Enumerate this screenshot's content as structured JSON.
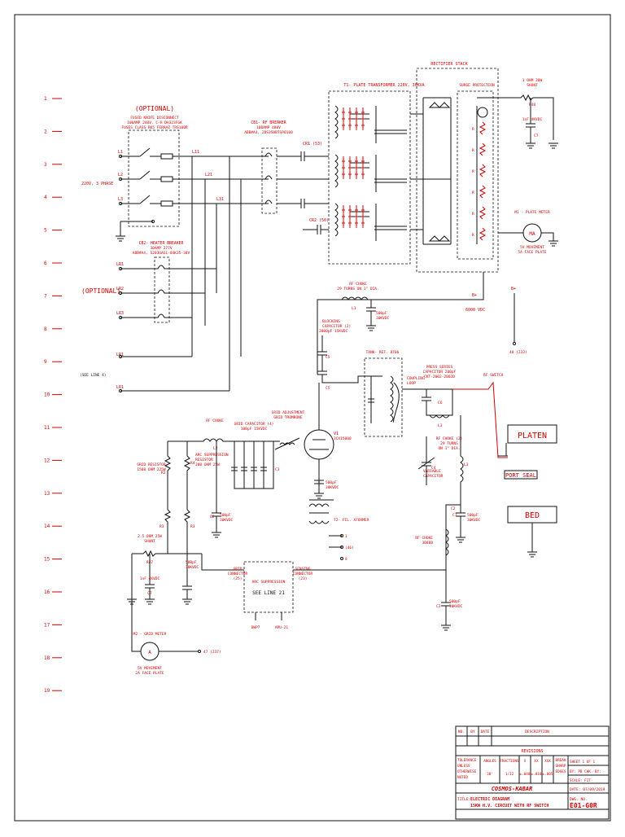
{
  "row_numbers": [
    "1",
    "2",
    "3",
    "4",
    "5",
    "6",
    "7",
    "8",
    "9",
    "10",
    "11",
    "12",
    "13",
    "14",
    "15",
    "16",
    "17",
    "18",
    "19"
  ],
  "labels": {
    "optional_top": "(OPTIONAL)",
    "fused_disconnect_1": "FUSED KNIFE DISCONNECT",
    "fused_disconnect_2": "100AMP 240V, C-H DH323FGK",
    "fused_disconnect_3": "FUSES CLASS RK5 FERRAZ TRS100R",
    "phase_supply": "220V, 3 PHASE",
    "cb1_title": "CB1- RF BREAKER",
    "cb1_rating": "100AMP 480V",
    "cb1_part": "ABB#A4, 2DS3S0BTSP0100",
    "cr1": "CR1 (53)",
    "cr2": "CR2 (50)",
    "cb2_title": "CB2- HEATER BREAKER",
    "cb2_rating": "30AMP 277V",
    "cb2_part": "ABB#A4, S203UAG1-04K35-30V",
    "optional_mid": "(OPTIONAL)",
    "see_line": "(SEE LINE 4)",
    "t1": "T1- PLATE TRANSFORMER 220V, 30KVA",
    "rectifier_stack": "RECTIFIER STACK",
    "surge_protection": "SURGE PROTECTION",
    "shunt_top_1": "1 OHM 30W",
    "shunt_top_2": "SHUNT",
    "r48": "R48",
    "cap_top": "1nF 4KVDC",
    "c7_top": "C7",
    "m1_title": "M1 - PLATE METER",
    "m1_movement": "5V MOVEMENT",
    "m1_face": "5A FACE PLATE",
    "b_plus_1": "B+",
    "b_plus_2": "B+",
    "hv": "6000 VDC",
    "node_48": "48 (233)",
    "rf_choke_top_1": "RF CHOKE",
    "rf_choke_top_2": "29 TURNS ON 1\" DIA.",
    "l1": "L1",
    "cap_500_top_1": "500pF",
    "cap_500_top_2": "30KVDC",
    "blocking_1": "BLOCKING",
    "blocking_2": "CAPACITOR (2)",
    "blocking_3": "2000pF 15KVDC",
    "c5_a": "C5",
    "c5_b": "C5",
    "tank": "TANK- REF. 8706",
    "press_series_1": "PRESS SERIES",
    "press_series_2": "CAPACITOR 200pF",
    "press_series_3": "CKT-2002-2002D",
    "rf_switch": "RF SWITCH",
    "coupling_1": "COUPLING",
    "coupling_2": "LOOP",
    "c6": "C6",
    "l3": "L3",
    "platen": "PLATEN",
    "port_seal": "PORT SEAL",
    "bed": "BED",
    "grid_adj_1": "GRID ADJUSTMENT",
    "grid_adj_2": "GRID TROMBONE",
    "rf_choke_grid": "RF CHOKE",
    "l2": "L2",
    "grid_cap_1": "GRID CAPACITOR (4)",
    "grid_cap_2": "100pF 15KVDC",
    "v1_1": "V1",
    "v1_2": "3CX15000",
    "grid_res_1": "GRID RESISTOR",
    "grid_res_2": "1500 OHM  225W",
    "arc_res_1": "ARC SUPPRESSION",
    "arc_res_2": "RESISTOR",
    "arc_res_3": "200 OHM 25W",
    "r2": "R2",
    "r4": "R4",
    "r3_a": "R3",
    "r3_b": "R3",
    "c3": "C3",
    "variable_1": "VARIABLE",
    "variable_2": "CAPACITOR",
    "c4": "C4",
    "rf_choke_2_1": "RF CHOKE (2)",
    "rf_choke_2_2": "29 TURNS",
    "rf_choke_2_3": "ON 1\" DIA.",
    "l3b": "L3",
    "cap_500_v1_1": "500pF",
    "cap_500_v1_2": "30KVDC",
    "t2": "T2- FIL. XFORMER",
    "t2_1": "1",
    "t2_46": "(46)",
    "t2_8": "8",
    "cap_500_c2_1": "500pF",
    "cap_500_c2_2": "30KVDC",
    "c2_a": "C2",
    "cap_500_right_1": "500pF",
    "cap_500_right_2": "30KVDC",
    "c1": "C1",
    "rf_choke_right_1": "RF CHOKE",
    "rf_choke_right_2": "30888",
    "c2_b": "C2",
    "c2_c": "C2",
    "cap_500_bottom_1": "500pF",
    "cap_500_bottom_2": "30KVDC",
    "shunt_bottom_1": "2.5 OHM 25W",
    "shunt_bottom_2": "SHUNT",
    "r47": "R47",
    "cap_bottom_1": "1nF 4KVDC",
    "c7_bottom": "C7",
    "cap_500_mid_1": "500pF",
    "cap_500_mid_2": "30KVDC",
    "grid_conn_1": "GRID",
    "grid_conn_2": "CONNECTOR",
    "grid_conn_3": "(25)",
    "sensing_1": "SENSING",
    "sensing_2": "CONNECTOR",
    "sensing_3": "(23)",
    "arc_block_1": "ARC SUPPRESSION",
    "arc_block_2": "SEE LINE 21",
    "dwp": "DWP7",
    "apu": "APU-21",
    "m2_title": "M2 - GRID METER",
    "m2_movement": "5V MOVEMENT",
    "m2_face": "2A FACE PLATE",
    "node_47": "47 (237)",
    "meter_a": "A",
    "meter_ma": "MA",
    "breaker_labels": [
      "L1",
      "L2",
      "L3",
      "L11",
      "L21",
      "L31",
      "LR1",
      "LR2",
      "LR3",
      "LR1",
      "LR1"
    ]
  },
  "title_block": {
    "col_no": "NO.",
    "col_by": "BY",
    "col_date": "DATE",
    "col_description": "DESCRIPTION",
    "revisions": "REVISIONS",
    "tolerance_1": "TOLERANCE",
    "tolerance_2": "UNLESS",
    "tolerance_3": "OTHERWISE",
    "tolerance_4": "NOTED",
    "angles": "ANGLES",
    "angles_val": "30'",
    "fractions": "FRACTIONS",
    "fractions_val": "1/32",
    "x": "X",
    "x_val": "±.040",
    "xx": "XX",
    "xx_val": "±.010",
    "xxx": "XXX",
    "xxx_val": "±.005",
    "break": "BREAK",
    "sharp": "SHARP",
    "edges": "EDGES",
    "sheet": "SHEET 1 OF 1",
    "by_chk": "BY: PB CHK. BY:",
    "scale": "SCALE: FIT",
    "company": "COSMOS-KABAR",
    "date": "DATE: 07/09/2019",
    "title_label": "TITLE:",
    "title_1": "ELECTRIC DIAGRAM",
    "title_2": "15KW H.V. CIRCUIT WITH RF SWITCH",
    "dwg_label": "DWG. NO.",
    "dwg_no": "E01-G0R"
  }
}
